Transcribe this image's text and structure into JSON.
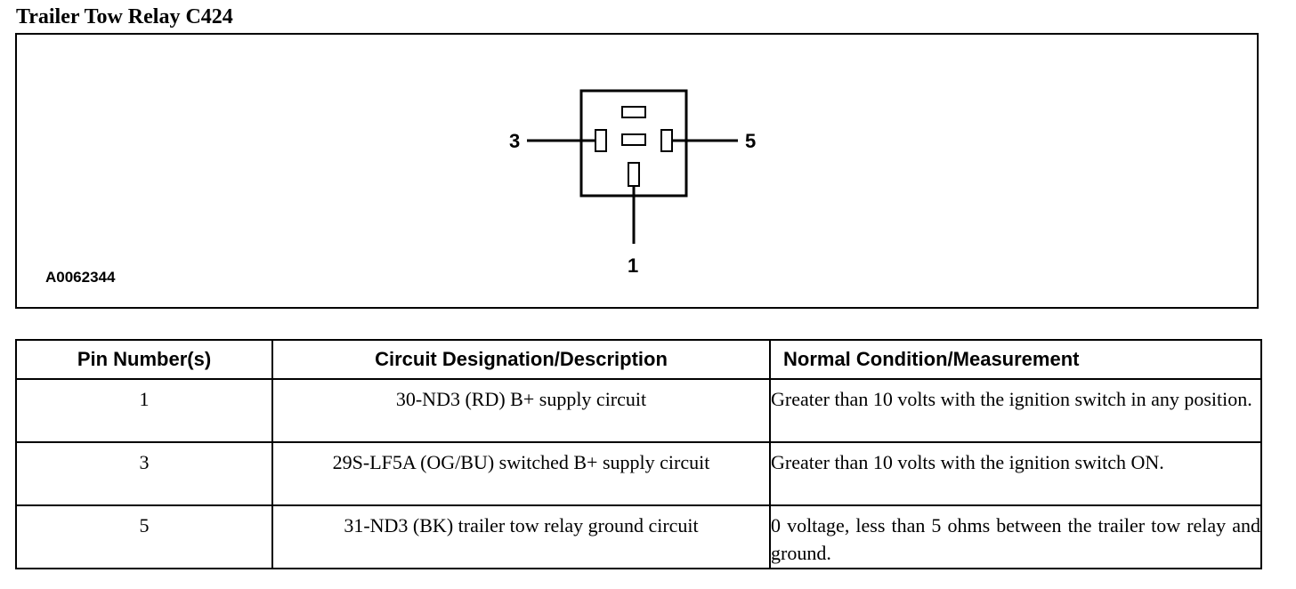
{
  "document": {
    "title": "Trailer Tow Relay C424"
  },
  "figure": {
    "id": "A0062344",
    "pin_labels": {
      "pin3": "3",
      "pin5": "5",
      "pin1": "1"
    }
  },
  "table": {
    "headers": {
      "pin": "Pin Number(s)",
      "circuit": "Circuit Designation/Description",
      "condition": "Normal Condition/Measurement"
    },
    "rows": [
      {
        "pin": "1",
        "circuit": "30-ND3 (RD) B+ supply circuit",
        "condition": "Greater than 10 volts with the ignition switch in any position."
      },
      {
        "pin": "3",
        "circuit": "29S-LF5A (OG/BU) switched B+ supply circuit",
        "condition": "Greater than 10 volts with the ignition switch ON."
      },
      {
        "pin": "5",
        "circuit": "31-ND3 (BK) trailer tow relay ground circuit",
        "condition": "0 voltage, less than 5 ohms between the trailer tow relay and ground."
      }
    ]
  }
}
